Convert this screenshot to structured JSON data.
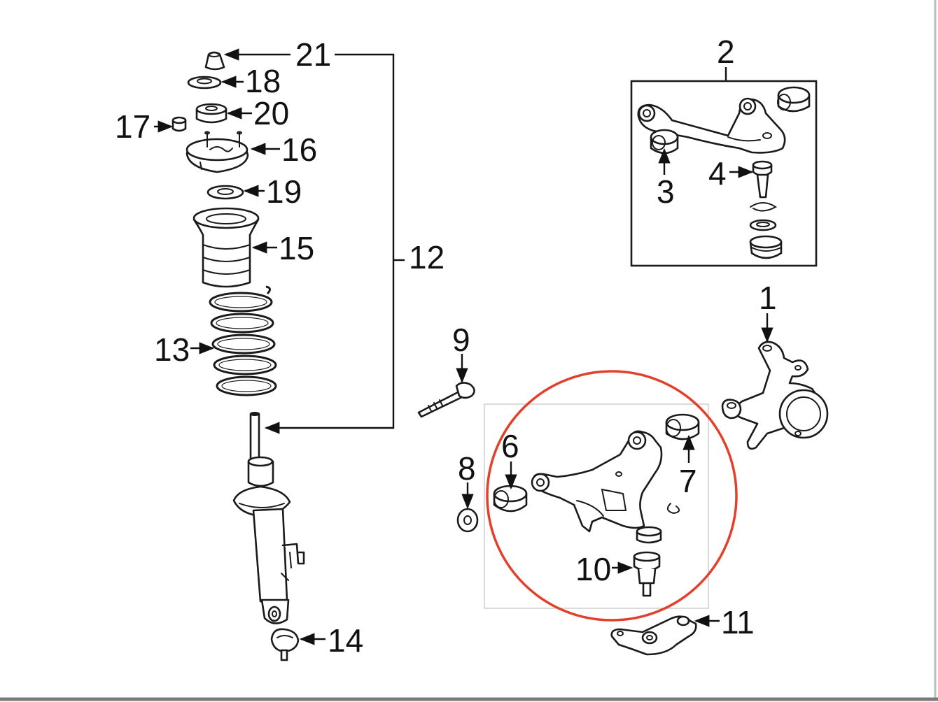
{
  "callouts": {
    "c1": "1",
    "c2": "2",
    "c3": "3",
    "c4": "4",
    "c6": "6",
    "c7": "7",
    "c8": "8",
    "c9": "9",
    "c10": "10",
    "c11": "11",
    "c12": "12",
    "c13": "13",
    "c14": "14",
    "c15": "15",
    "c16": "16",
    "c17": "17",
    "c18": "18",
    "c19": "19",
    "c20": "20",
    "c21": "21"
  },
  "colors": {
    "highlight_circle": "#e2402b",
    "line_art": "#1a1a1a",
    "background": "#ffffff"
  }
}
